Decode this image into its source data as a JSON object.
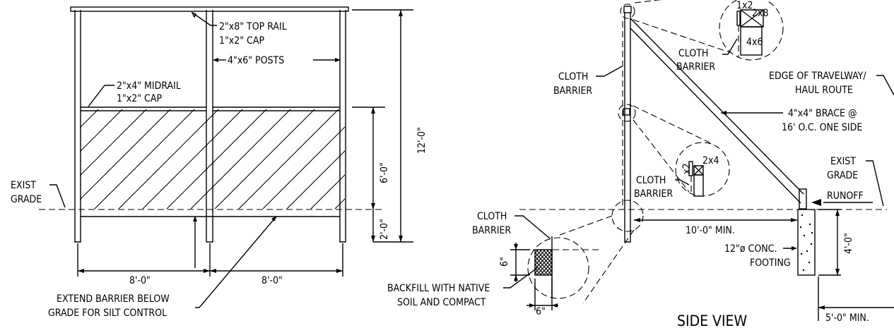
{
  "front_view": {
    "top_rail": "2\"x8\" TOP RAIL",
    "top_cap": "1\"x2\" CAP",
    "posts": "4\"x6\" POSTS",
    "midrail": "2\"x4\" MIDRAIL",
    "mid_cap": "1\"x2\" CAP",
    "height_12": "12'-0\"",
    "height_6": "6'-0\"",
    "depth_2": "2'-0\"",
    "exist_grade_1": "EXIST",
    "exist_grade_2": "GRADE",
    "span_left": "8'-0\"",
    "span_right": "8'-0\"",
    "extend_note_1": "EXTEND BARRIER BELOW",
    "extend_note_2": "GRADE FOR SILT CONTROL"
  },
  "side_view": {
    "title": "SIDE VIEW",
    "cloth_top_1": "CLOTH",
    "cloth_top_2": "BARRIER",
    "cloth_left_1": "CLOTH",
    "cloth_left_2": "BARRIER",
    "cloth_mid_1": "CLOTH",
    "cloth_mid_2": "BARRIER",
    "cloth_bot_1": "CLOTH",
    "cloth_bot_2": "BARRIER",
    "detail_1x2": "1x2",
    "detail_2x8": "2x8",
    "detail_4x6": "4x6",
    "detail_x2": "x2",
    "detail_2x4": "2x4",
    "edge_1": "EDGE OF TRAVELWAY/",
    "edge_2": "HAUL ROUTE",
    "brace_1": "4\"x4\" BRACE @",
    "brace_2": "16' O.C. ONE SIDE",
    "exist_1": "EXIST",
    "exist_2": "GRADE",
    "runoff": "RUNOFF",
    "min_10": "10'-0\" MIN.",
    "conc_1": "12\"ø CONC.",
    "conc_2": "FOOTING",
    "depth_4": "4'-0\"",
    "backfill_1": "BACKFILL WITH NATIVE",
    "backfill_2": "SOIL AND COMPACT",
    "dim_6a": "6\"",
    "dim_6b": "6\"",
    "min_5": "5'-0\" MIN."
  }
}
